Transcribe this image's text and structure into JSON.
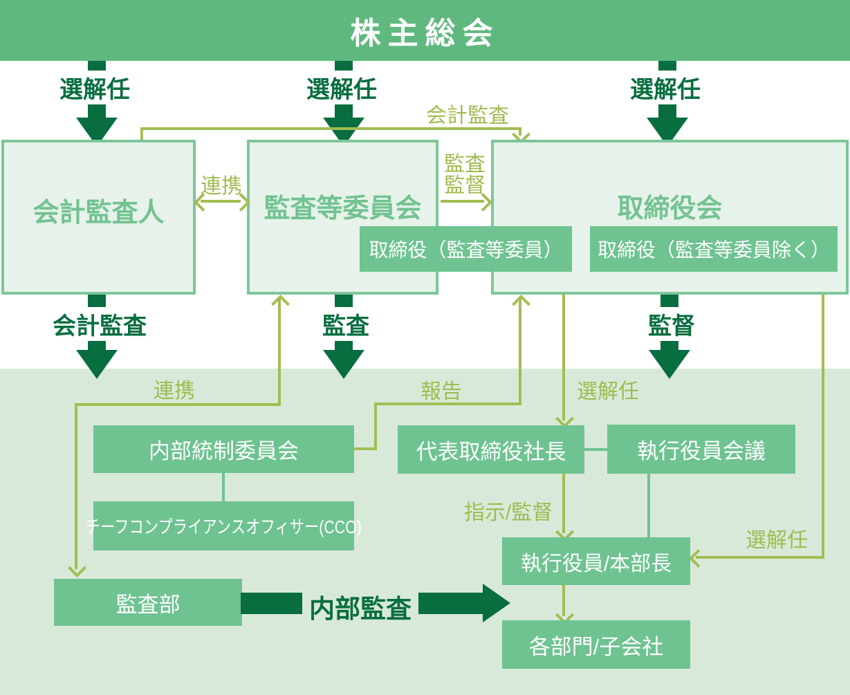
{
  "banner": {
    "title": "株主総会"
  },
  "colors": {
    "banner_green": "#5fb97f",
    "box_green": "#6ec391",
    "light_box_fill": "#e7f2ea",
    "light_box_border": "#7cc79a",
    "title_text_green": "#72c391",
    "dark_green": "#086e3f",
    "olive": "#a2bd52",
    "lower_section_bg": "#d9e9d9"
  },
  "nodes": {
    "auditor": "会計監査人",
    "audit_committee": "監査等委員会",
    "board": "取締役会",
    "dir_audit": "取締役（監査等委員）",
    "dir_excl": "取締役（監査等委員除く）",
    "icc": "内部統制委員会",
    "cco": "チーフコンプライアンスオフィサー(CCO)",
    "audit_dept": "監査部",
    "president": "代表取締役社長",
    "exec_meeting": "執行役員会議",
    "exec_officer": "執行役員/本部長",
    "departments": "各部門/子会社"
  },
  "labels": {
    "appoint1": "選解任",
    "appoint2": "選解任",
    "appoint3": "選解任",
    "acct_audit_top": "会計監査",
    "coop_top": "連携",
    "audit_line": "監査",
    "supervise_line": "監督",
    "acct_audit_down": "会計監査",
    "audit_down": "監査",
    "supervise_down": "監督",
    "coop_low": "連携",
    "report": "報告",
    "appoint_mid": "選解任",
    "instruct": "指示/監督",
    "appoint_right": "選解任",
    "internal_audit": "内部監査"
  }
}
